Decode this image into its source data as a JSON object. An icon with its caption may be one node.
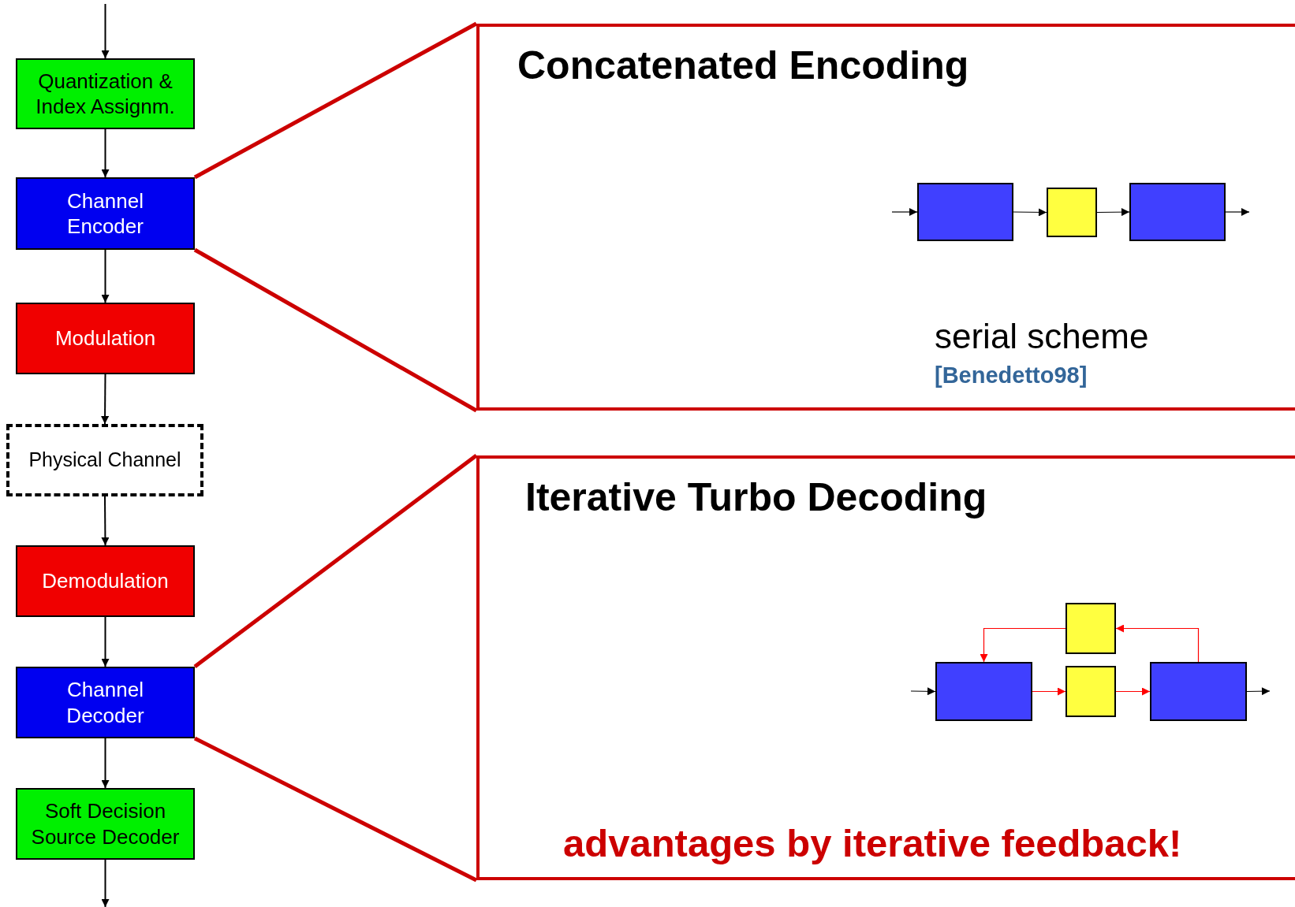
{
  "diagram": {
    "nodes": [
      {
        "text": [
          "Quantization & Index Assignm."
        ]
      },
      {
        "text": [
          "Channel Encoder"
        ]
      },
      {
        "text": [
          "Modulation"
        ]
      },
      {
        "text": [
          "Physical Channel"
        ]
      },
      {
        "text": [
          "Demodulation"
        ]
      },
      {
        "text": [
          "Channel Decoder"
        ]
      },
      {
        "text": [
          "Soft Decision Source Decoder"
        ]
      },
      {
        "text": [
          "Concatenated Encoding",
          "serial scheme",
          "[Benedetto98]"
        ]
      },
      {
        "text": [],
        "shape": "box",
        "in": 7
      },
      {
        "text": [],
        "shape": "box",
        "in": 7
      },
      {
        "text": [],
        "shape": "box",
        "in": 7
      },
      {
        "text": [
          "Iterative Turbo Decoding",
          "advantages by iterative feedback!"
        ]
      },
      {
        "text": [],
        "shape": "box",
        "in": 11
      },
      {
        "text": [],
        "shape": "box",
        "in": 11
      },
      {
        "text": [],
        "shape": "box",
        "in": 11
      },
      {
        "text": [],
        "shape": "box",
        "in": 11
      }
    ],
    "edges": [
      {
        "from": null,
        "to": 0,
        "arrow": "to"
      },
      {
        "from": 0,
        "to": 1,
        "arrow": "to"
      },
      {
        "from": 1,
        "to": 2,
        "arrow": "to"
      },
      {
        "from": 2,
        "to": 3,
        "arrow": "to"
      },
      {
        "from": 3,
        "to": 4,
        "arrow": "to"
      },
      {
        "from": 4,
        "to": 5,
        "arrow": "to"
      },
      {
        "from": 5,
        "to": 6,
        "arrow": "to"
      },
      {
        "from": 6,
        "to": null,
        "arrow": "to"
      },
      {
        "from": 1,
        "to": 7,
        "arrow": "none",
        "style": "thick",
        "color": "#cc0000"
      },
      {
        "from": 1,
        "to": 7,
        "arrow": "none",
        "style": "thick",
        "color": "#cc0000"
      },
      {
        "from": 5,
        "to": 11,
        "arrow": "none",
        "style": "thick",
        "color": "#cc0000"
      },
      {
        "from": 5,
        "to": 11,
        "arrow": "none",
        "style": "thick",
        "color": "#cc0000"
      },
      {
        "from": null,
        "to": 8,
        "arrow": "to"
      },
      {
        "from": 8,
        "to": 9,
        "arrow": "to"
      },
      {
        "from": 9,
        "to": 10,
        "arrow": "to"
      },
      {
        "from": 10,
        "to": null,
        "arrow": "to"
      },
      {
        "from": null,
        "to": 13,
        "arrow": "to"
      },
      {
        "from": 13,
        "to": 14,
        "arrow": "to",
        "color": "#ff0000"
      },
      {
        "from": 14,
        "to": 15,
        "arrow": "to",
        "color": "#ff0000"
      },
      {
        "from": 15,
        "to": 12,
        "arrow": "to",
        "color": "#ff0000"
      },
      {
        "from": 12,
        "to": 13,
        "arrow": "to",
        "color": "#ff0000"
      },
      {
        "from": 15,
        "to": null,
        "arrow": "to"
      }
    ]
  }
}
